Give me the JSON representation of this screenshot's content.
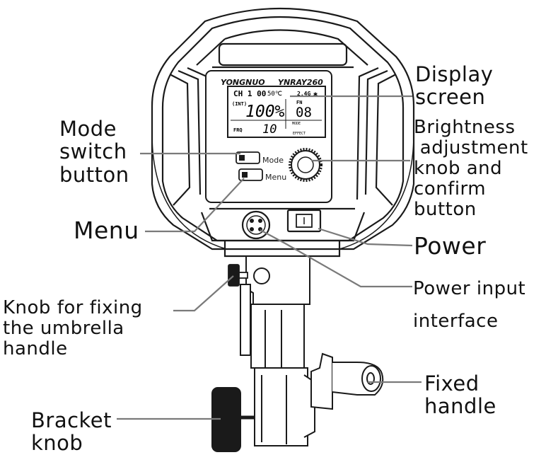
{
  "device": {
    "brand": "YONGNUO",
    "model": "YNRAY260"
  },
  "lcd": {
    "channel": "CH 1 00",
    "temperature": "50℃",
    "band": "2.4G",
    "bluetooth_symbol": "✱",
    "int_tag": "(INT)",
    "brightness": "100%",
    "fn_label": "FN",
    "fn_value": "08",
    "mode_tag": "MODE",
    "frq_label": "FRQ",
    "frq_value": "10",
    "effect_tag": "EFFECT"
  },
  "buttons": {
    "mode_label": "Mode",
    "menu_label": "Menu"
  },
  "callouts": {
    "display_screen": "Display\nscreen",
    "mode_switch_button": "Mode\nswitch\nbutton",
    "brightness_knob": "Brightness\n adjustment\nknob and\nconfirm\nbutton",
    "menu": "Menu",
    "power": "Power",
    "power_input": "Power input",
    "power_input_2": "interface",
    "umbrella_knob": "Knob for fixing\nthe umbrella\nhandle",
    "fixed_handle": "Fixed\nhandle",
    "bracket_knob": "Bracket\nknob"
  }
}
